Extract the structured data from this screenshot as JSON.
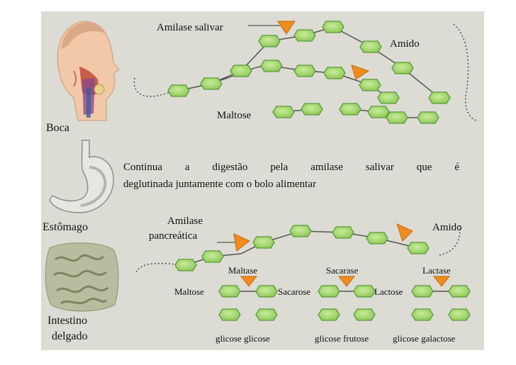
{
  "organs": {
    "boca": "Boca",
    "estomago": "Estômago",
    "intestino_line1": "Intestino",
    "intestino_line2": "delgado"
  },
  "mouth_section": {
    "enzyme": "Amilase salivar",
    "substrate": "Amido",
    "product": "Maltose"
  },
  "stomach_section": {
    "text_line1": "Continua a digestão pela amilase salivar que é",
    "text_line2": "deglutinada juntamente com o bolo alimentar"
  },
  "intestine_section": {
    "enzyme_line1": "Amilase",
    "enzyme_line2": "pancreática",
    "substrate": "Amido",
    "enzymes": [
      "Maltase",
      "Sacarase",
      "Lactase"
    ],
    "disaccharides": [
      "Maltose",
      "Sacarose",
      "Lactose"
    ],
    "products": [
      "glicose glicose",
      "glicose frutose",
      "glicose galactose"
    ]
  },
  "colors": {
    "hexagon_fill": "#9fd26a",
    "hexagon_stroke": "#5a9a3a",
    "enzyme_triangle": "#f08c1e",
    "background": "#dcdcd4"
  }
}
